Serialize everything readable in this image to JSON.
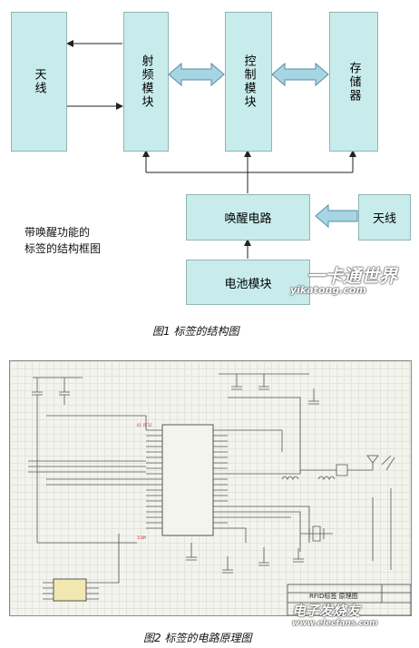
{
  "figure1": {
    "blocks": {
      "antenna": "天线",
      "rf_module": "射频模块",
      "control_module": "控制模块",
      "storage": "存储器",
      "wakeup_circuit": "唤醒电路",
      "wakeup_antenna": "天线",
      "battery_module": "电池模块"
    },
    "note_line1": "带唤醒功能的",
    "note_line2": "标签的结构框图",
    "watermark": "一卡通世界",
    "watermark_url": "yikatong.com",
    "caption": "图1 标签的结构图"
  },
  "figure2": {
    "title_block_text": "RFID标签 原理图",
    "caption": "图2 标签的电路原理图",
    "watermark": "电子发烧友",
    "watermark_url": "www.elecfans.com"
  }
}
